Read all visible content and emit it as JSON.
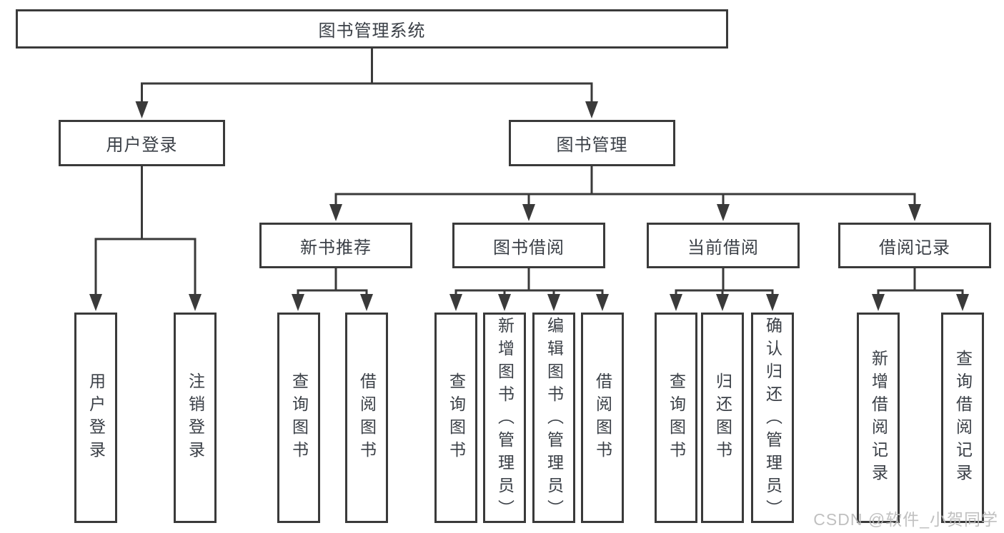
{
  "tree": {
    "root": "图书管理系统",
    "branches": [
      {
        "label": "用户登录",
        "leaves": [
          "用户登录",
          "注销登录"
        ]
      },
      {
        "label": "图书管理",
        "groups": [
          {
            "label": "新书推荐",
            "leaves": [
              "查询图书",
              "借阅图书"
            ]
          },
          {
            "label": "图书借阅",
            "leaves": [
              "查询图书",
              "新增图书（管理员）",
              "编辑图书（管理员）",
              "借阅图书"
            ]
          },
          {
            "label": "当前借阅",
            "leaves": [
              "查询图书",
              "归还图书",
              "确认归还（管理员）"
            ]
          },
          {
            "label": "借阅记录",
            "leaves": [
              "新增借阅记录",
              "查询借阅记录"
            ]
          }
        ]
      }
    ]
  },
  "watermark": "CSDN @软件_小贺同学",
  "colors": {
    "line": "#3a3a3a",
    "node_border": "#3a3a3a",
    "node_text": "#3a3f46",
    "watermark": "#bbbbbb",
    "background": "#ffffff"
  }
}
